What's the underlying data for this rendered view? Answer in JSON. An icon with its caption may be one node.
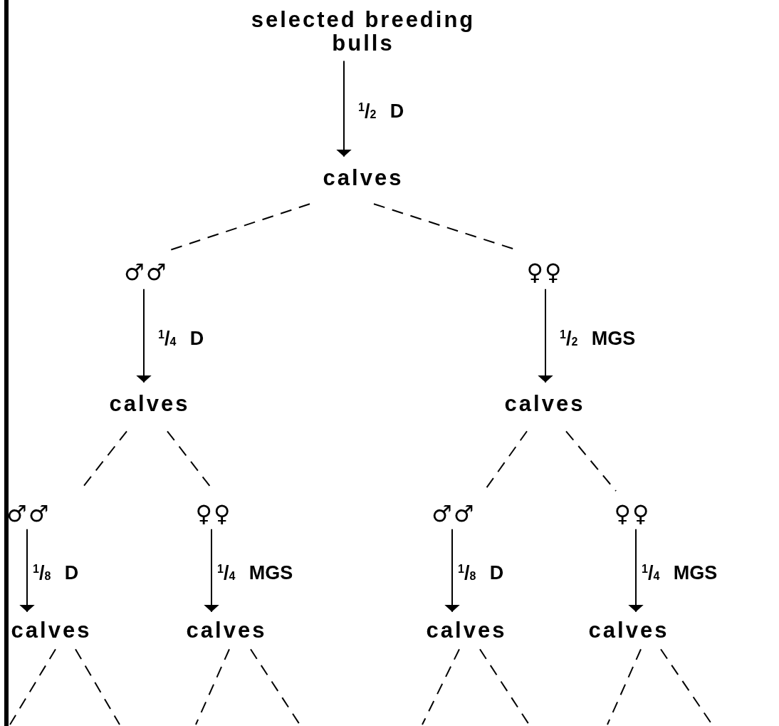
{
  "diagram": {
    "nodes": [
      {
        "text": [
          "selected breeding bulls"
        ]
      },
      {
        "text": [
          "calves"
        ]
      },
      {
        "text": [
          "♂♂"
        ]
      },
      {
        "text": [
          "♀♀"
        ]
      },
      {
        "text": [
          "calves"
        ]
      },
      {
        "text": [
          "calves"
        ]
      },
      {
        "text": [
          "♂♂"
        ]
      },
      {
        "text": [
          "♀♀"
        ]
      },
      {
        "text": [
          "♂♂"
        ]
      },
      {
        "text": [
          "♀♀"
        ]
      },
      {
        "text": [
          "calves"
        ]
      },
      {
        "text": [
          "calves"
        ]
      },
      {
        "text": [
          "calves"
        ]
      },
      {
        "text": [
          "calves"
        ]
      }
    ],
    "edges": [
      {
        "from": 0,
        "to": 1,
        "arrow": "to",
        "label": "$^{1}$/$_{2}$ D"
      },
      {
        "from": 1,
        "to": 2,
        "arrow": "none",
        "style": "dashed"
      },
      {
        "from": 1,
        "to": 3,
        "arrow": "none",
        "style": "dashed"
      },
      {
        "from": 2,
        "to": 4,
        "arrow": "to",
        "label": "$^{1}$/$_{4}$ D"
      },
      {
        "from": 3,
        "to": 5,
        "arrow": "to",
        "label": "$^{1}$/$_{2}$ MGS"
      },
      {
        "from": 4,
        "to": 6,
        "arrow": "none",
        "style": "dashed"
      },
      {
        "from": 4,
        "to": 7,
        "arrow": "none",
        "style": "dashed"
      },
      {
        "from": 5,
        "to": 8,
        "arrow": "none",
        "style": "dashed"
      },
      {
        "from": 5,
        "to": 9,
        "arrow": "none",
        "style": "dashed"
      },
      {
        "from": 6,
        "to": 10,
        "arrow": "to",
        "label": "$^{1}$/$_{8}$ D"
      },
      {
        "from": 7,
        "to": 11,
        "arrow": "to",
        "label": "$^{1}$/$_{4}$ MGS"
      },
      {
        "from": 8,
        "to": 12,
        "arrow": "to",
        "label": "$^{1}$/$_{8}$ D"
      },
      {
        "from": 9,
        "to": 13,
        "arrow": "to",
        "label": "$^{1}$/$_{4}$ MGS"
      },
      {
        "from": 10,
        "to": null,
        "arrow": "none",
        "style": "dashed"
      },
      {
        "from": 10,
        "to": null,
        "arrow": "none",
        "style": "dashed"
      },
      {
        "from": 11,
        "to": null,
        "arrow": "none",
        "style": "dashed"
      },
      {
        "from": 11,
        "to": null,
        "arrow": "none",
        "style": "dashed"
      },
      {
        "from": 12,
        "to": null,
        "arrow": "none",
        "style": "dashed"
      },
      {
        "from": 12,
        "to": null,
        "arrow": "none",
        "style": "dashed"
      },
      {
        "from": 13,
        "to": null,
        "arrow": "none",
        "style": "dashed"
      },
      {
        "from": 13,
        "to": null,
        "arrow": "none",
        "style": "dashed"
      }
    ]
  }
}
